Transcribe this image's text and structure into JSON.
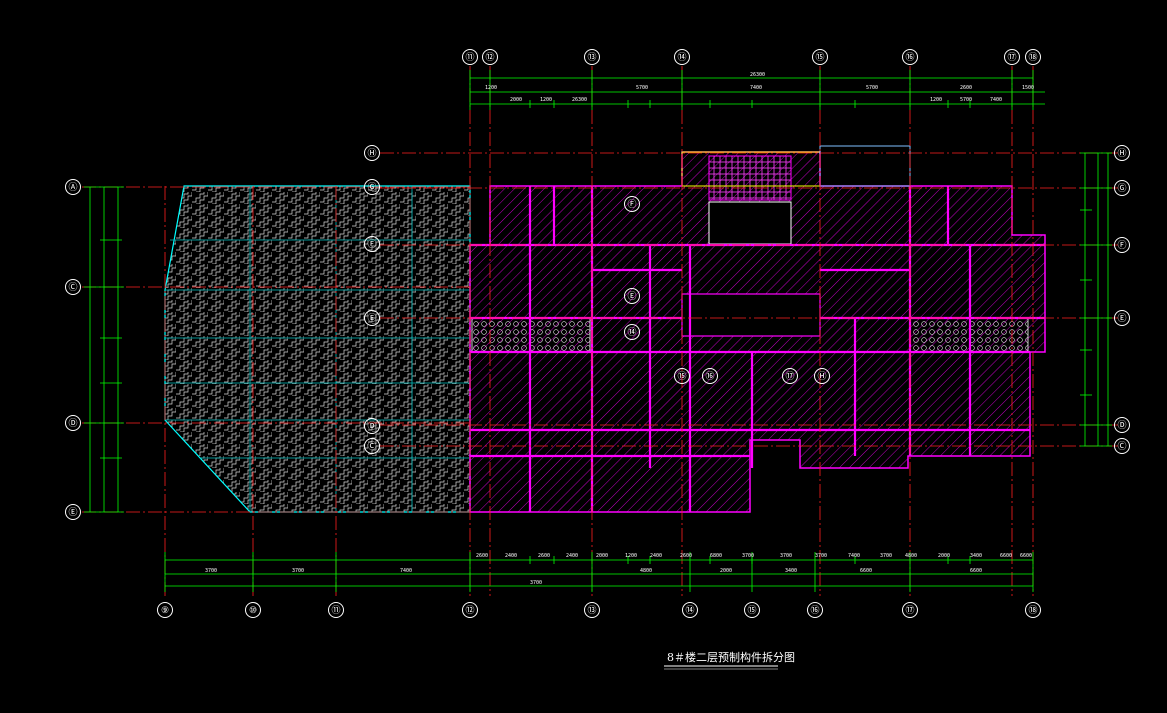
{
  "drawing": {
    "title": "8＃楼二层预制构件拆分图",
    "colors": {
      "background": "#000000",
      "axis_line": "#ff2020",
      "dimension": "#00ff00",
      "precast": "#ff00ff",
      "cast_in_place": "#00ffff",
      "bubble": "#ffffff",
      "opening": "#ffff00"
    },
    "top_axes": [
      "⑪",
      "⑫",
      "⑬",
      "⑭",
      "⑮",
      "⑯",
      "⑰",
      "⑱"
    ],
    "bottom_axes": [
      "⑨",
      "⑩",
      "⑪",
      "⑫",
      "⑬",
      "⑭",
      "⑮",
      "⑯",
      "⑰",
      "⑱"
    ],
    "right_axes": [
      "Ⓗ",
      "Ⓖ",
      "Ⓕ",
      "Ⓔ",
      "Ⓓ",
      "Ⓒ"
    ],
    "left_axes": [
      "Ⓐ",
      "Ⓒ",
      "Ⓓ",
      "Ⓔ"
    ],
    "inner_axes": [
      "Ⓗ",
      "Ⓖ",
      "Ⓕ",
      "Ⓔ",
      "Ⓓ",
      "Ⓒ",
      "Ⓕ",
      "Ⓔ",
      "⑭",
      "⑮",
      "⑯",
      "⑰"
    ],
    "top_dims": [
      "26300",
      "1200",
      "5700",
      "7400",
      "5700",
      "2600",
      "1500",
      "2000",
      "1200"
    ],
    "bottom_dims": [
      "2600",
      "2400",
      "2600",
      "2400",
      "2000",
      "1200",
      "2400",
      "2600",
      "6800",
      "3700",
      "3700",
      "3700",
      "7400",
      "3700",
      "4800",
      "2000",
      "3400",
      "6600",
      "6600"
    ]
  }
}
